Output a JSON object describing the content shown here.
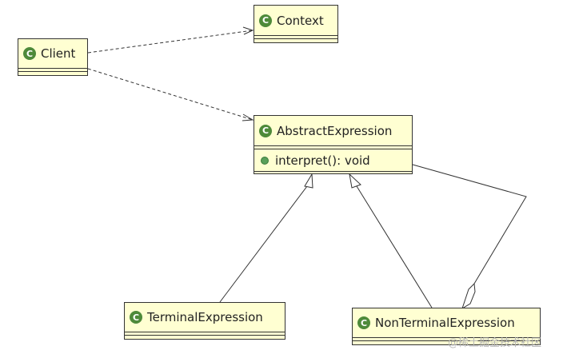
{
  "classes": {
    "client": {
      "name": "Client"
    },
    "context": {
      "name": "Context"
    },
    "abstract_expression": {
      "name": "AbstractExpression",
      "method": "interpret(): void"
    },
    "terminal_expression": {
      "name": "TerminalExpression"
    },
    "nonterminal_expression": {
      "name": "NonTerminalExpression"
    }
  },
  "icons": {
    "class_icon_glyph": "C",
    "class_icon_color": "#4e8a3a",
    "box_fill": "#ffffd2"
  },
  "watermark": "@稀土掘金技术社区"
}
